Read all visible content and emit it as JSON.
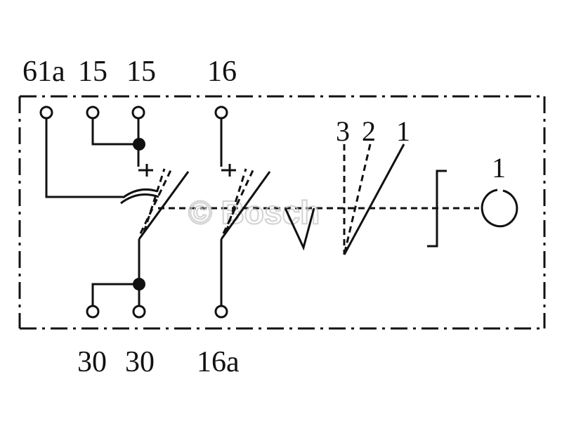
{
  "diagram": {
    "terminals_top": [
      "61a",
      "15",
      "15",
      "16"
    ],
    "terminals_bottom": [
      "30",
      "30",
      "16a"
    ],
    "switch_positions": [
      "3",
      "2",
      "1"
    ],
    "lamp_label": "1",
    "watermark": "© Bosch"
  },
  "colors": {
    "line": "#111111",
    "background": "#ffffff",
    "watermark": "#c8c8c8"
  }
}
